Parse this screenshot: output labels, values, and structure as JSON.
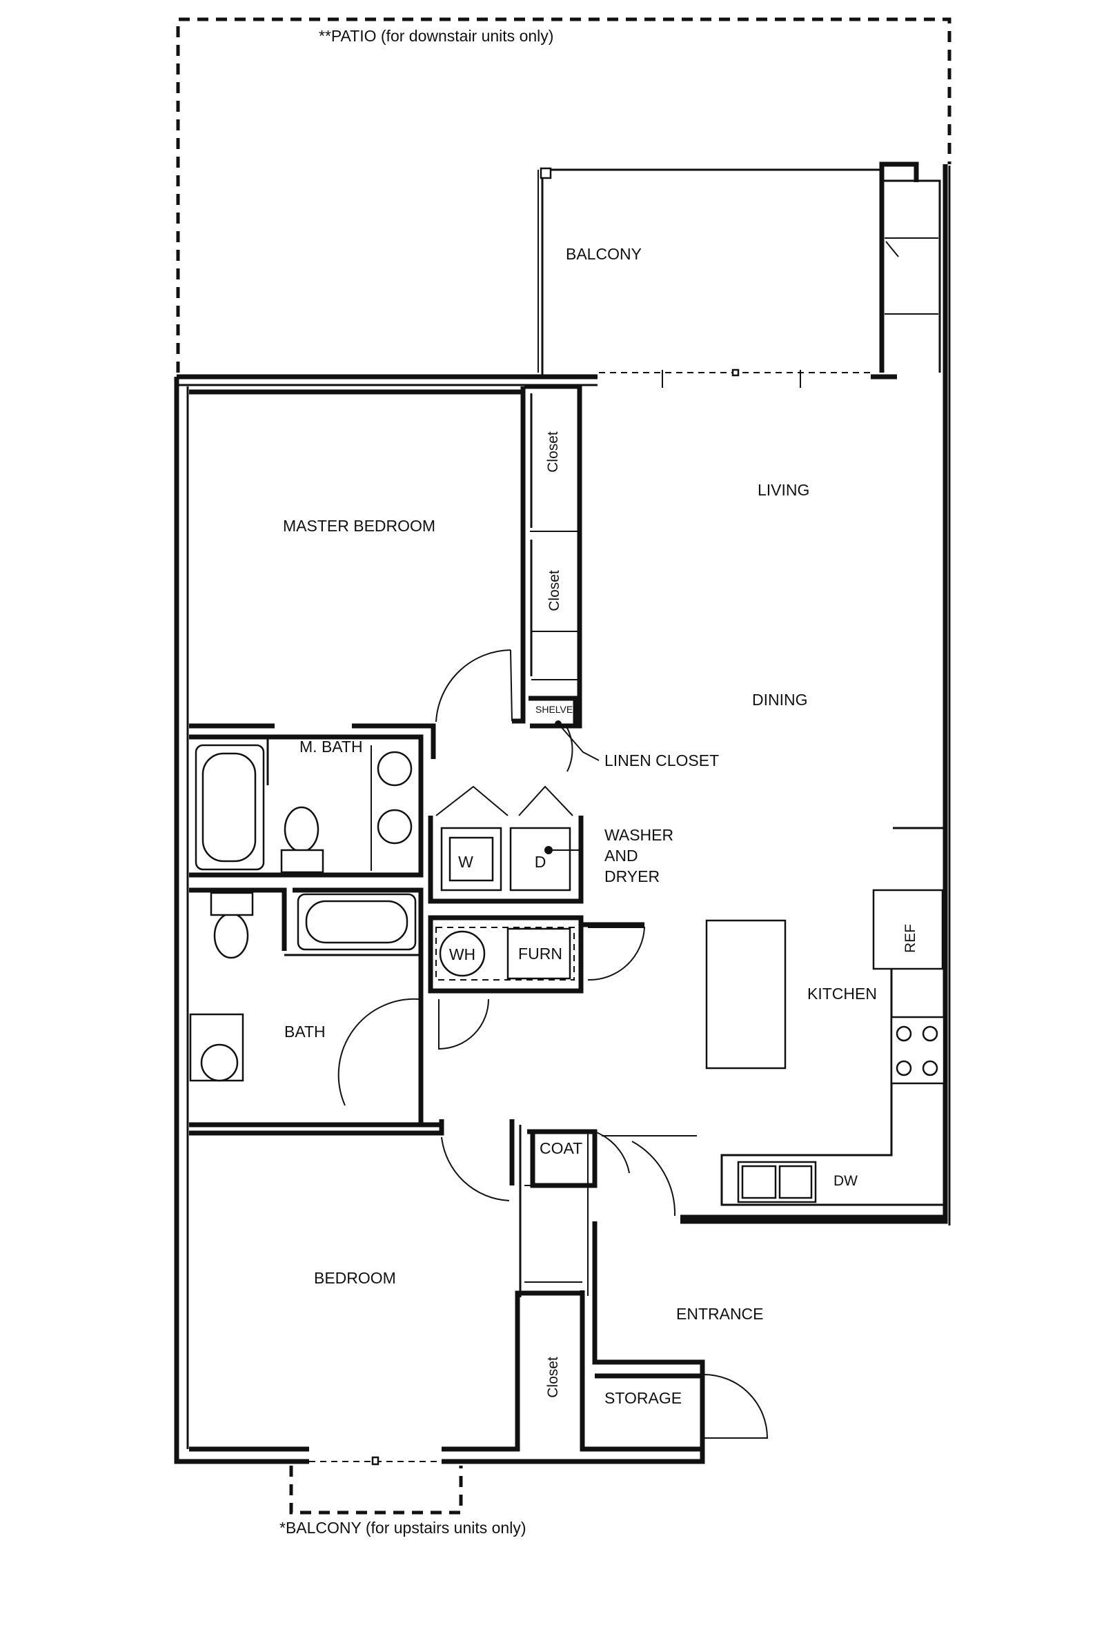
{
  "plan": {
    "patio_note": "**PATIO (for downstair units only)",
    "balcony_note": "*BALCONY (for upstairs units only)",
    "rooms": {
      "balcony": "BALCONY",
      "master_bedroom": "MASTER BEDROOM",
      "living": "LIVING",
      "dining": "DINING",
      "m_bath": "M. BATH",
      "linen_closet": "LINEN CLOSET",
      "washer_dryer_line1": "WASHER",
      "washer_dryer_line2": "AND",
      "washer_dryer_line3": "DRYER",
      "kitchen": "KITCHEN",
      "bath": "BATH",
      "bedroom": "BEDROOM",
      "coat": "COAT",
      "entrance": "ENTRANCE",
      "storage": "STORAGE"
    },
    "closets": {
      "master_closet_1": "Closet",
      "master_closet_2": "Closet",
      "bedroom_closet": "Closet",
      "shelves": "SHELVES"
    },
    "appliances": {
      "washer": "W",
      "dryer": "D",
      "water_heater": "WH",
      "furnace": "FURN",
      "refrigerator": "REF",
      "dishwasher": "DW"
    }
  }
}
